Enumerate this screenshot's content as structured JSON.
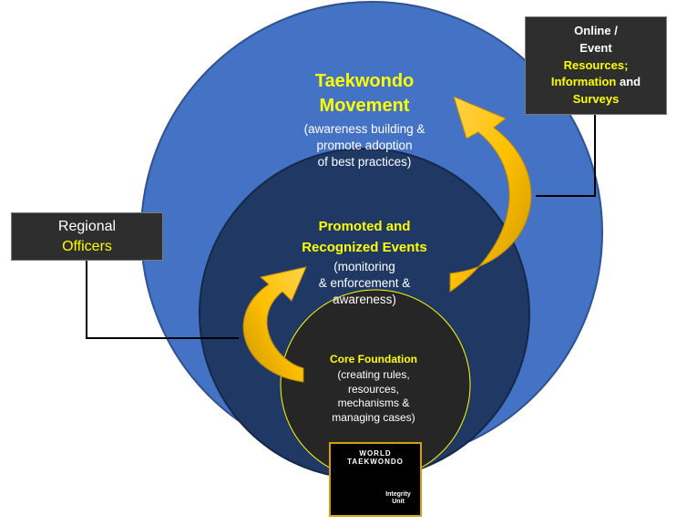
{
  "outer": {
    "title_line1": "Taekwondo",
    "title_line2": "Movement",
    "desc_line1": "(awareness building &",
    "desc_line2": "promote adoption",
    "desc_line3": "of best practices)"
  },
  "middle": {
    "title_line1": "Promoted and",
    "title_line2": "Recognized Events",
    "desc_line1": "(monitoring",
    "desc_line2": "& enforcement &",
    "desc_line3": "awareness)"
  },
  "core": {
    "title": "Core Foundation",
    "desc_line1": "(creating rules,",
    "desc_line2": "resources,",
    "desc_line3": "mechanisms &",
    "desc_line4": "managing cases)"
  },
  "online_box": {
    "line1": "Online /",
    "line2": "Event",
    "resources": "Resources;",
    "information": "Information",
    "and": " and",
    "surveys": "Surveys"
  },
  "regional_box": {
    "line1": "Regional",
    "line2": "Officers"
  },
  "logo": {
    "org": "WORLD TAEKWONDO",
    "unit_line1": "Integrity",
    "unit_line2": "Unit"
  },
  "colors": {
    "outer_circle": "#4472c4",
    "middle_circle": "#203864",
    "inner_circle": "#262626",
    "highlight_text": "#ffff00",
    "arrow": "#ffc000",
    "box_fill": "#2e2e2e"
  }
}
